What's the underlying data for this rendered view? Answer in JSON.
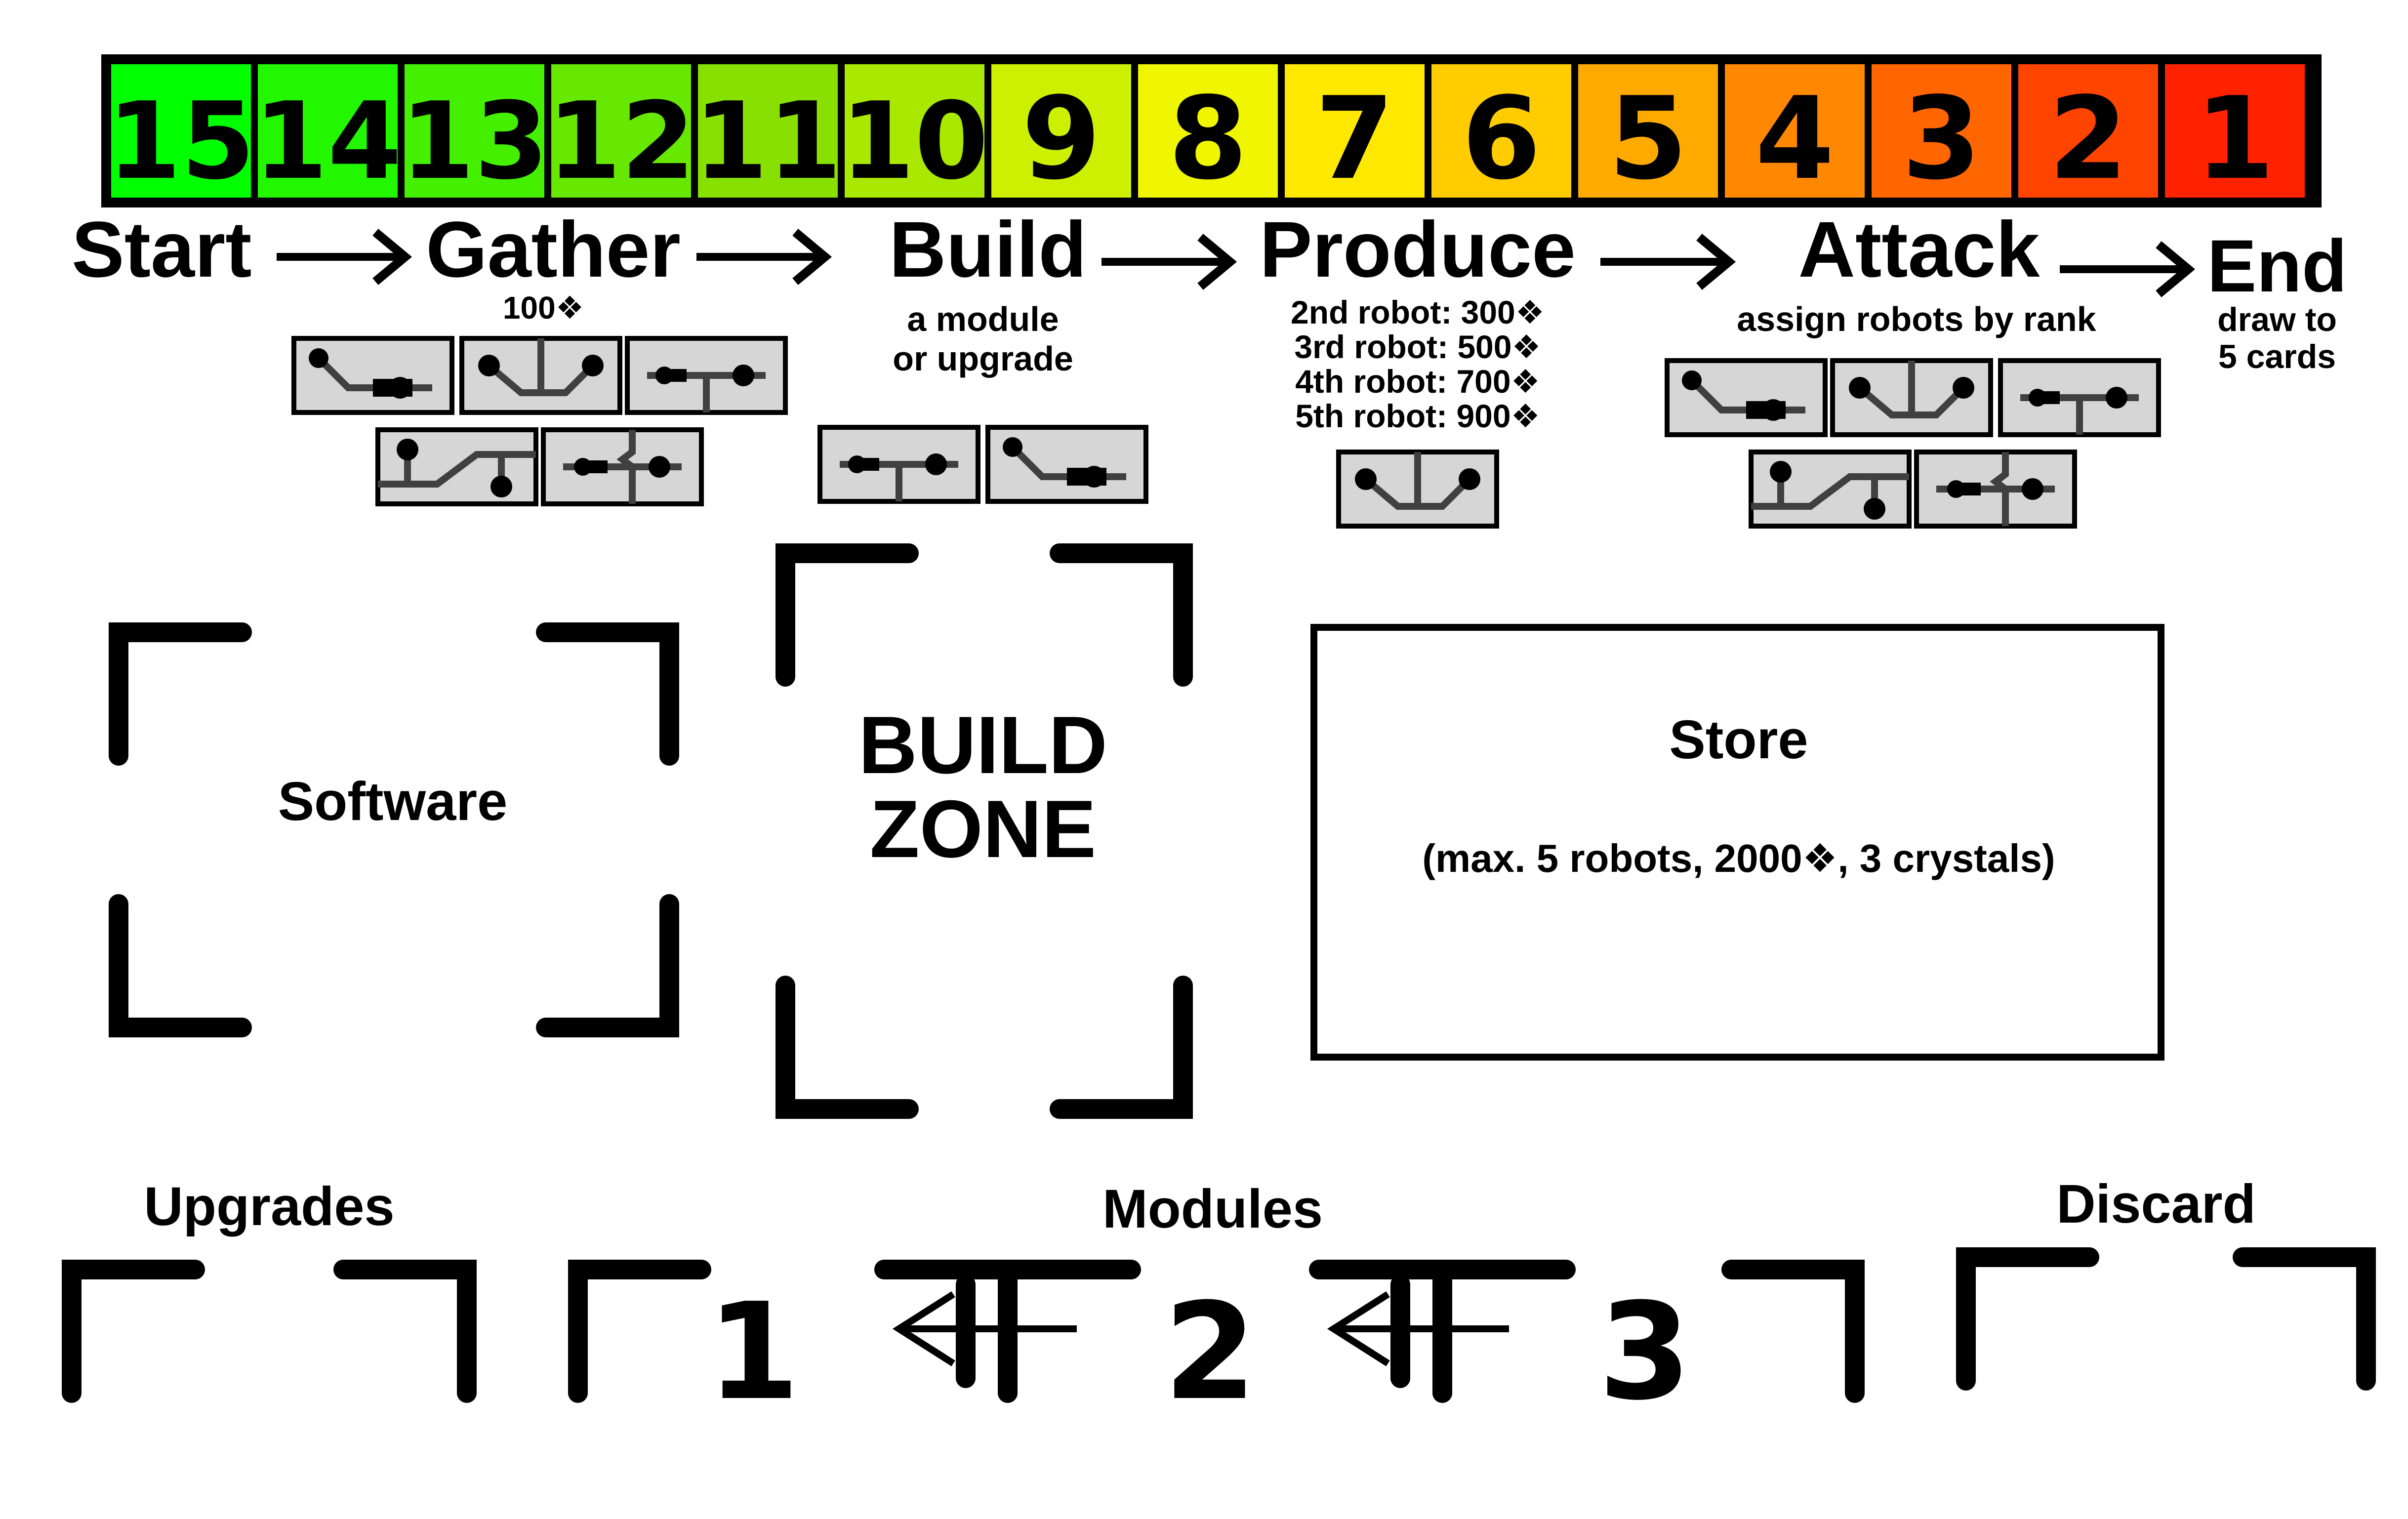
{
  "turn_track": {
    "cells": [
      {
        "label": "15",
        "color": "#00ff00"
      },
      {
        "label": "14",
        "color": "#22f700"
      },
      {
        "label": "13",
        "color": "#44f000"
      },
      {
        "label": "12",
        "color": "#66e800"
      },
      {
        "label": "11",
        "color": "#88e000"
      },
      {
        "label": "10",
        "color": "#aae800"
      },
      {
        "label": "9",
        "color": "#ccf000"
      },
      {
        "label": "8",
        "color": "#f0f500"
      },
      {
        "label": "7",
        "color": "#ffe800"
      },
      {
        "label": "6",
        "color": "#ffcc00"
      },
      {
        "label": "5",
        "color": "#ffaa00"
      },
      {
        "label": "4",
        "color": "#ff8800"
      },
      {
        "label": "3",
        "color": "#ff6600"
      },
      {
        "label": "2",
        "color": "#ff4400"
      },
      {
        "label": "1",
        "color": "#ff2200"
      }
    ]
  },
  "phases": {
    "start": {
      "title": "Start"
    },
    "gather": {
      "title": "Gather",
      "detail": "100❖"
    },
    "build": {
      "title": "Build",
      "detail_1": "a module",
      "detail_2": "or upgrade"
    },
    "produce": {
      "title": "Produce",
      "costs": [
        "2nd robot: 300❖",
        "3rd robot: 500❖",
        "4th robot: 700❖",
        "5th robot: 900❖"
      ]
    },
    "attack": {
      "title": "Attack",
      "detail": "assign robots by rank"
    },
    "end": {
      "title": "End",
      "detail_1": "draw to",
      "detail_2": "5 cards"
    }
  },
  "zones": {
    "software": "Software",
    "build_zone_1": "BUILD",
    "build_zone_2": "ZONE",
    "store_title": "Store",
    "store_limits": "(max. 5 robots, 2000❖, 3 crystals)",
    "upgrades": "Upgrades",
    "modules": "Modules",
    "discard": "Discard"
  },
  "module_slots": [
    "1",
    "2",
    "3"
  ],
  "icons": {
    "circuit_tile": "circuit-icon",
    "arrow": "arrow-right-icon",
    "module_link": "module-link-arrow-icon",
    "crystal": "crystal-icon"
  },
  "colors": {
    "track_border": "#000000",
    "tile_fill": "#d6d6d6",
    "circuit_trace": "#404040",
    "ink": "#000000"
  }
}
